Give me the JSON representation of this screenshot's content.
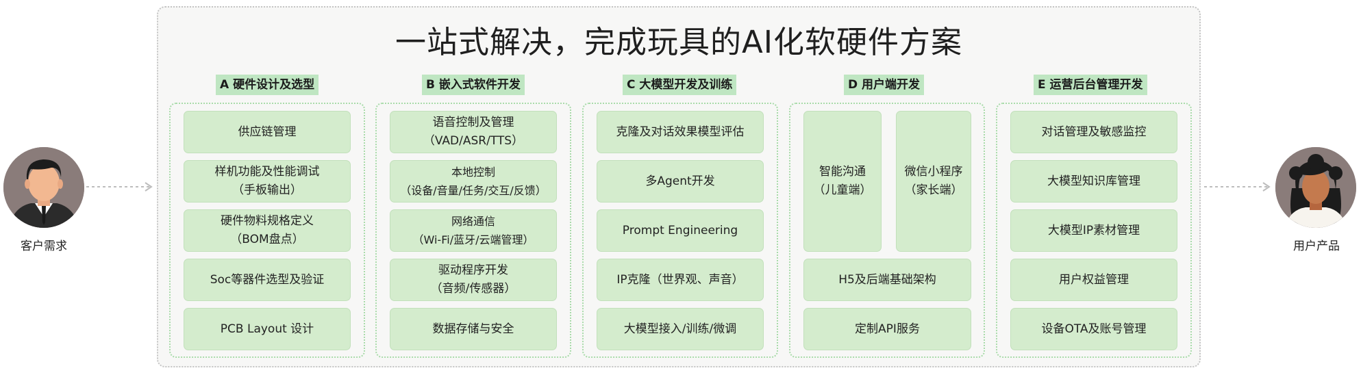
{
  "title": "一站式解决，完成玩具的AI化软硬件方案",
  "left_persona": {
    "label": "客户需求",
    "icon": "customer-avatar-icon"
  },
  "right_persona": {
    "label": "用户产品",
    "icon": "user-avatar-icon"
  },
  "columns": [
    {
      "heading": "A 硬件设计及选型",
      "cards": [
        {
          "line1": "供应链管理",
          "line2": ""
        },
        {
          "line1": "样机功能及性能调试",
          "line2": "（手板输出）"
        },
        {
          "line1": "硬件物料规格定义",
          "line2": "（BOM盘点）"
        },
        {
          "line1": "Soc等器件选型及验证",
          "line2": ""
        },
        {
          "line1": "PCB Layout 设计",
          "line2": ""
        }
      ]
    },
    {
      "heading": "B 嵌入式软件开发",
      "cards": [
        {
          "line1": "语音控制及管理",
          "line2": "（VAD/ASR/TTS）"
        },
        {
          "line1": "本地控制",
          "line2": "（设备/音量/任务/交互/反馈）"
        },
        {
          "line1": "网络通信",
          "line2": "（Wi-Fi/蓝牙/云端管理）"
        },
        {
          "line1": "驱动程序开发",
          "line2": "（音频/传感器）"
        },
        {
          "line1": "数据存储与安全",
          "line2": ""
        }
      ]
    },
    {
      "heading": "C 大模型开发及训练",
      "cards": [
        {
          "line1": "克隆及对话效果模型评估",
          "line2": ""
        },
        {
          "line1": "多Agent开发",
          "line2": ""
        },
        {
          "line1": "Prompt Engineering",
          "line2": ""
        },
        {
          "line1": "IP克隆（世界观、声音）",
          "line2": ""
        },
        {
          "line1": "大模型接入/训练/微调",
          "line2": ""
        }
      ]
    },
    {
      "heading": "D 用户端开发",
      "cards": [
        {
          "line1": "智能沟通",
          "line2": "（儿童端）"
        },
        {
          "line1": "微信小程序",
          "line2": "（家长端）"
        },
        {
          "line1": "H5及后端基础架构",
          "line2": ""
        },
        {
          "line1": "定制API服务",
          "line2": ""
        }
      ]
    },
    {
      "heading": "E 运营后台管理开发",
      "cards": [
        {
          "line1": "对话管理及敏感监控",
          "line2": ""
        },
        {
          "line1": "大模型知识库管理",
          "line2": ""
        },
        {
          "line1": "大模型IP素材管理",
          "line2": ""
        },
        {
          "line1": "用户权益管理",
          "line2": ""
        },
        {
          "line1": "设备OTA及账号管理",
          "line2": ""
        }
      ]
    }
  ],
  "colors": {
    "card_fill": "#d4eccd",
    "heading_highlight": "#bfe6c2",
    "dotted_border": "#a8dba9",
    "frame_fill": "#f7f7f6"
  }
}
